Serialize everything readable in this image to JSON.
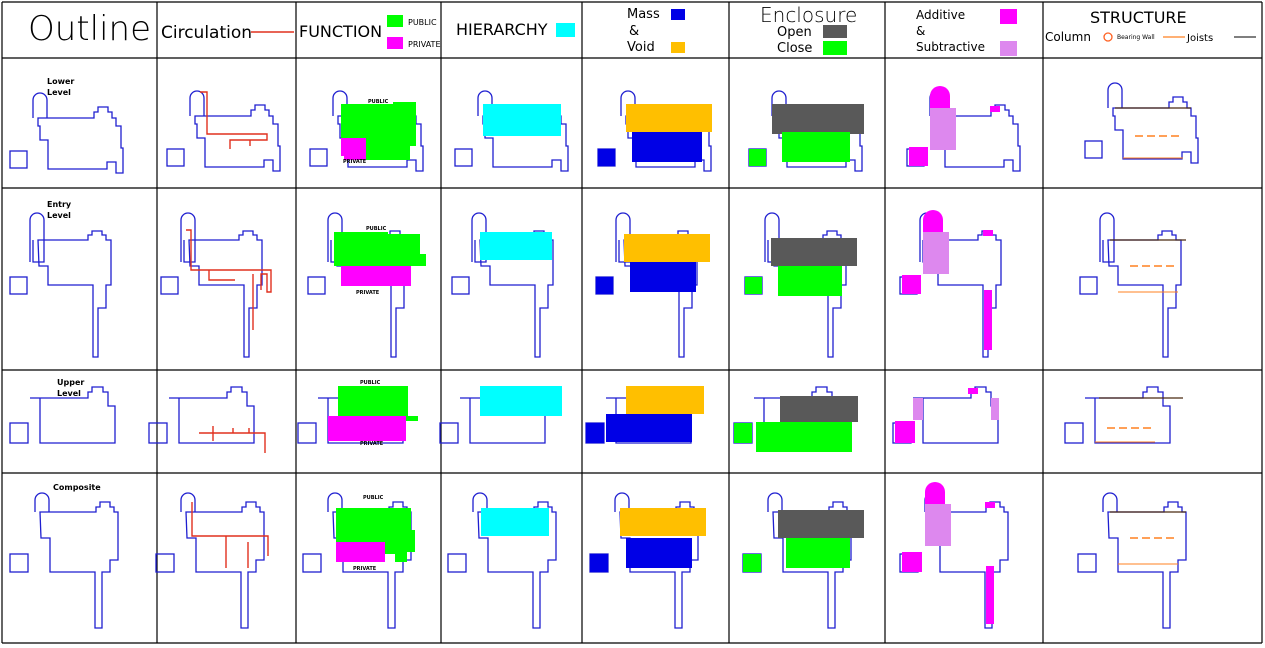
{
  "headers": {
    "outline": "Outline",
    "circulation": "Circulation",
    "function": "FUNCTION",
    "public": "PUBLIC",
    "private": "PRIVATE",
    "hierarchy": "HIERARCHY",
    "mass": "Mass",
    "amp": "&",
    "void": "Void",
    "enclosure": "Enclosure",
    "open": "Open",
    "close": "Close",
    "additive": "Additive",
    "subtractive": "Subtractive",
    "structure": "STRUCTURE",
    "column": "Column",
    "bearing_wall": "Bearing Wall",
    "joists": "Joists"
  },
  "rows": [
    {
      "label_a": "Lower",
      "label_b": "Level"
    },
    {
      "label_a": "Entry",
      "label_b": "Level"
    },
    {
      "label_a": "Upper",
      "label_b": "Level"
    },
    {
      "label_a": "Composite",
      "label_b": ""
    }
  ],
  "inline_labels": {
    "public": "PUBLIC",
    "private": "PRIVATE"
  },
  "colors": {
    "outline": "#1f1fd0",
    "circulation": "#e0301e",
    "public": "#00ff00",
    "private": "#ff00ff",
    "hierarchy": "#00ffff",
    "mass": "#0000e6",
    "void": "#ffbf00",
    "open": "#595959",
    "close": "#00ff00",
    "additive": "#ff00ff",
    "subtractive": "#dd88ee",
    "structure_line": "#4a2a10",
    "structure_dash": "#ff8020",
    "grid": "#000000"
  }
}
